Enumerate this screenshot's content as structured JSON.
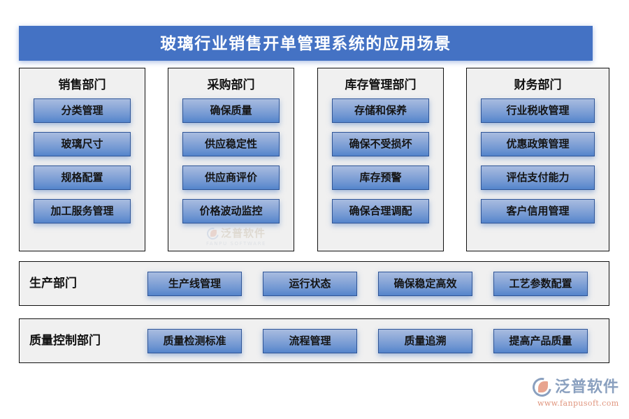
{
  "banner": {
    "title": "玻璃行业销售开单管理系统的应用场景",
    "background_color": "#4472c4",
    "text_color": "#ffffff"
  },
  "theme": {
    "panel_background": "#f0f0f0",
    "panel_border": "#111111",
    "button_gradient_top": "#a8bce0",
    "button_gradient_bottom": "#5384cb",
    "button_border": "#2f5597",
    "page_background": "#ffffff"
  },
  "columns": [
    {
      "title": "销售部门",
      "items": [
        "分类管理",
        "玻璃尺寸",
        "规格配置",
        "加工服务管理"
      ]
    },
    {
      "title": "采购部门",
      "items": [
        "确保质量",
        "供应稳定性",
        "供应商评价",
        "价格波动监控"
      ]
    },
    {
      "title": "库存管理部门",
      "items": [
        "存储和保养",
        "确保不受损坏",
        "库存预警",
        "确保合理调配"
      ]
    },
    {
      "title": "财务部门",
      "items": [
        "行业税收管理",
        "优惠政策管理",
        "评估支付能力",
        "客户信用管理"
      ]
    }
  ],
  "wide_rows": [
    {
      "label": "生产部门",
      "items": [
        "生产线管理",
        "运行状态",
        "确保稳定高效",
        "工艺参数配置"
      ]
    },
    {
      "label": "质量控制部门",
      "items": [
        "质量检测标准",
        "流程管理",
        "质量追溯",
        "提高产品质量"
      ]
    }
  ],
  "watermark": {
    "icon": "fanpu-logo-icon",
    "name_cn": "泛普软件",
    "name_en": "FANPU SOFTWARE"
  },
  "logo": {
    "icon": "fanpu-logo-icon",
    "name_cn": "泛普软件",
    "url": "www.fanpusoft.com"
  }
}
